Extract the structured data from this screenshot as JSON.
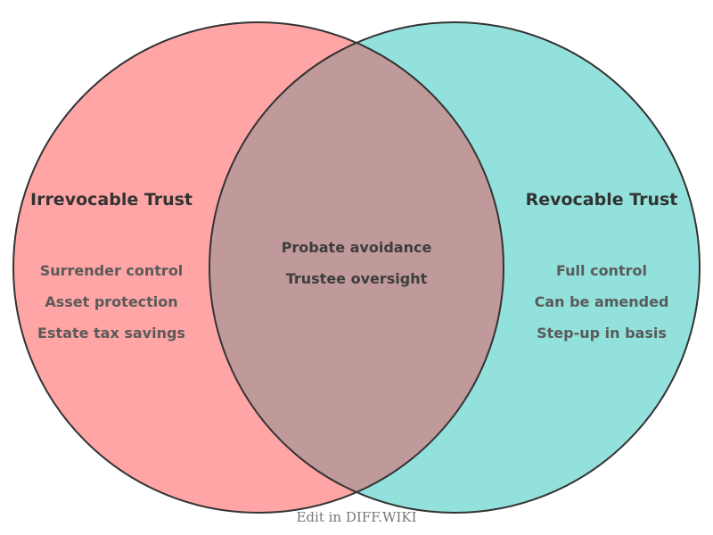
{
  "diagram": {
    "left": {
      "title": "Irrevocable Trust",
      "items": [
        "Surrender control",
        "Asset protection",
        "Estate tax savings"
      ],
      "fill": "#FFA5A5"
    },
    "right": {
      "title": "Revocable Trust",
      "items": [
        "Full control",
        "Can be amended",
        "Step-up in basis"
      ],
      "fill": "#93E1DC"
    },
    "overlap": {
      "items": [
        "Probate avoidance",
        "Trustee oversight"
      ],
      "fill": "#C09A9A"
    },
    "outline_color": "#333333",
    "title_color": "#333333",
    "item_color": "#5A5A5A",
    "overlap_item_color": "#3D3D3D"
  },
  "footer": {
    "caption": "Edit in DIFF.WIKI",
    "color": "#777777"
  }
}
